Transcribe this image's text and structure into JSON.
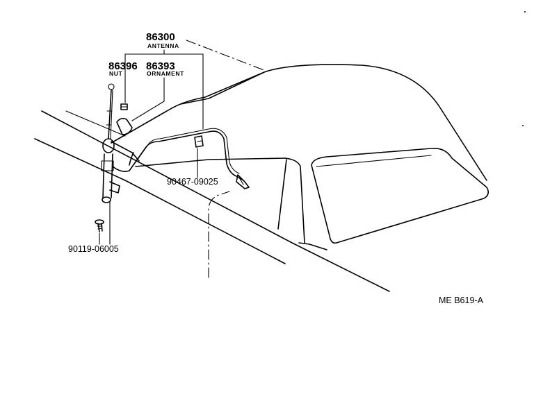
{
  "parts": {
    "antenna": {
      "number": "86300",
      "name": "ANTENNA"
    },
    "nut": {
      "number": "86396",
      "name": "NUT"
    },
    "ornament": {
      "number": "86393",
      "name": "ORNAMENT"
    },
    "clamp": {
      "number": "90467-09025"
    },
    "screw": {
      "number": "90119-06005"
    }
  },
  "figure_code": "ME B619-A"
}
